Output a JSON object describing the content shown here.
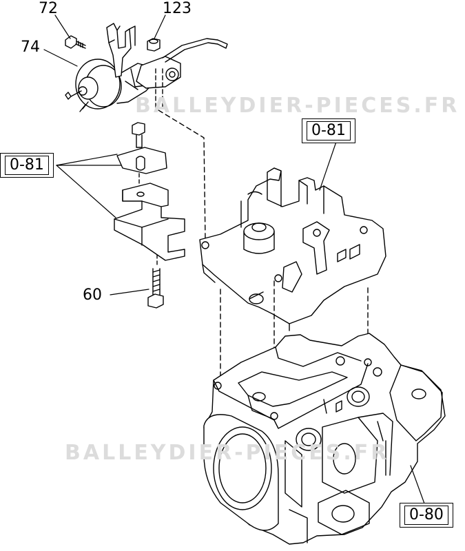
{
  "callouts": {
    "c72": "72",
    "c74": "74",
    "c123": "123",
    "c60": "60"
  },
  "references": {
    "ref_left": "0-81",
    "ref_top_right": "0-81",
    "ref_bottom_right": "0-80"
  },
  "watermark": {
    "text_top": "BALLEYDIER-PIECES.FR",
    "text_bottom": "BALLEYDIER-PIECES.FR"
  }
}
